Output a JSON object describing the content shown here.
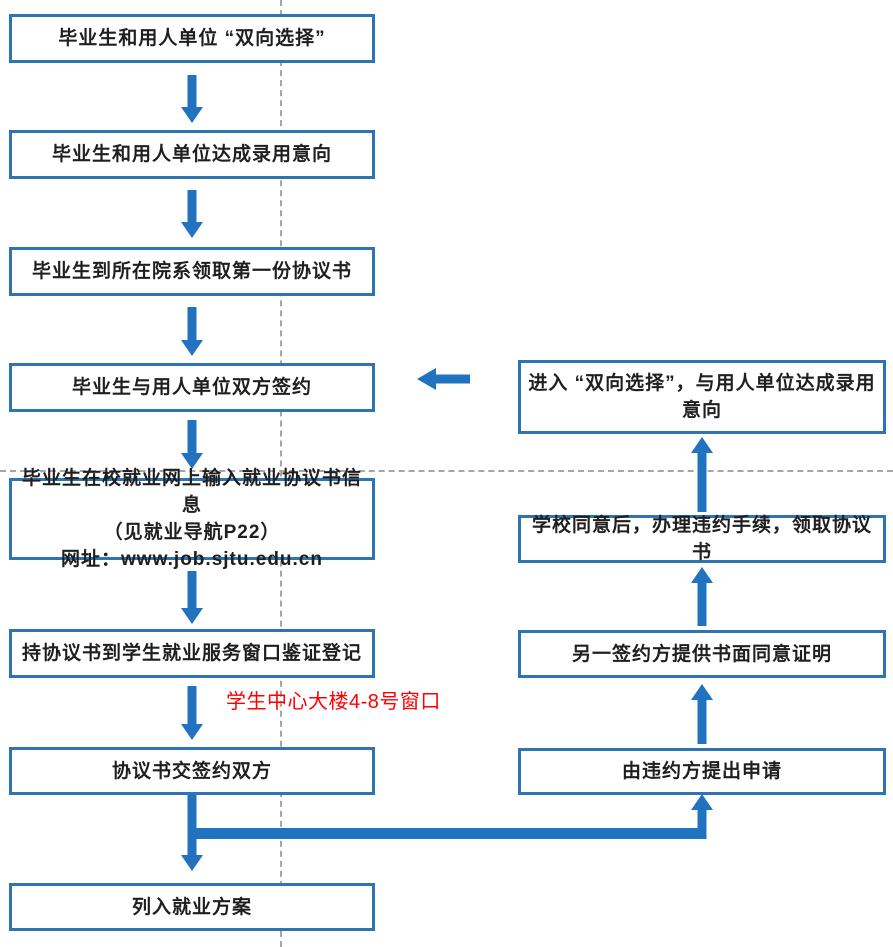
{
  "diagram": {
    "main_flow": {
      "steps": [
        {
          "text": "毕业生和用人单位 “双向选择”"
        },
        {
          "text": "毕业生和用人单位达成录用意向"
        },
        {
          "text": "毕业生到所在院系领取第一份协议书"
        },
        {
          "text": "毕业生与用人单位双方签约"
        },
        {
          "text": "毕业生在校就业网上输入就业协议书信息\n（见就业导航P22）\n网址：www.job.sjtu.edu.cn"
        },
        {
          "text": "持协议书到学生就业服务窗口鉴证登记"
        },
        {
          "text": "协议书交签约双方"
        },
        {
          "text": "列入就业方案"
        }
      ],
      "annotation": "学生中心大楼4-8号窗口"
    },
    "breach_flow": {
      "steps": [
        {
          "text": "进入 “双向选择”，与用人单位达成录用意向"
        },
        {
          "text": "学校同意后，办理违约手续，领取协议书"
        },
        {
          "text": "另一签约方提供书面同意证明"
        },
        {
          "text": "由违约方提出申请"
        }
      ]
    },
    "colors": {
      "box_border": "#2e74b2",
      "arrow": "#2173c0",
      "text": "#1f1f1f",
      "annotation": "#ff0000",
      "guide_line": "#a6a6a6"
    }
  }
}
